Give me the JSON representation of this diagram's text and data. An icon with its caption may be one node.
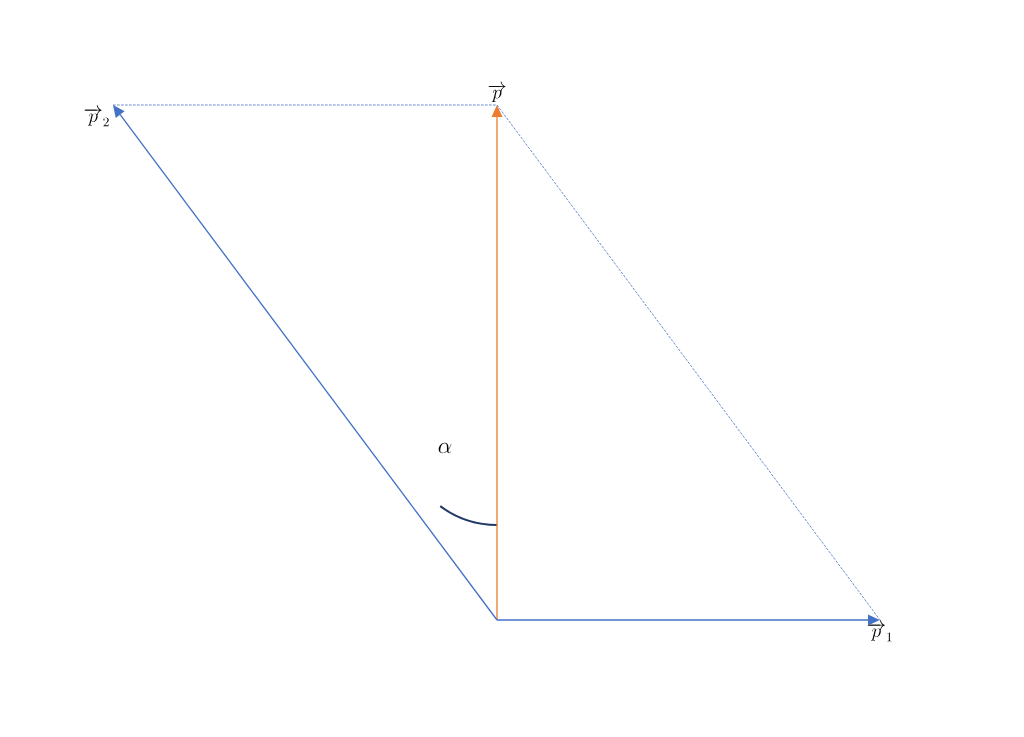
{
  "diagram": {
    "nodes": [
      {
        "text": [
          "\\overrightarrow{p}"
        ]
      },
      {
        "text": [
          "\\overrightarrow{p}_1"
        ]
      },
      {
        "text": [
          "\\overrightarrow{p}_2"
        ]
      }
    ],
    "edges": [
      {
        "from": null,
        "to": 0,
        "arrow": "to",
        "color": "#ed7d31"
      },
      {
        "from": null,
        "to": 1,
        "arrow": "to"
      },
      {
        "from": null,
        "to": 2,
        "arrow": "to"
      },
      {
        "from": 2,
        "to": 0,
        "arrow": "none",
        "style": "dashed"
      },
      {
        "from": 0,
        "to": 1,
        "arrow": "none",
        "style": "dashed"
      }
    ],
    "labels": [
      "\\alpha"
    ]
  }
}
